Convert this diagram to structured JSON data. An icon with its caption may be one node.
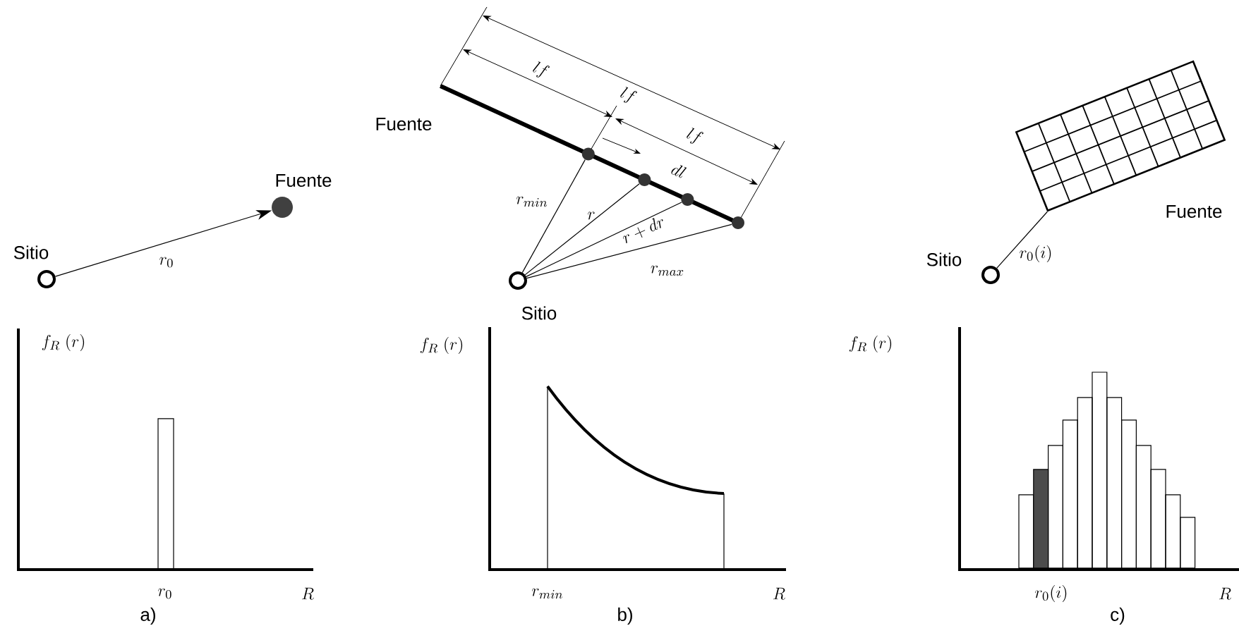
{
  "diagram": {
    "nodes": [
      {
        "text": [],
        "shape": "circle",
        "beside": [
          "Sitio"
        ]
      },
      {
        "text": [],
        "shape": "circle",
        "beside": [
          "Fuente"
        ]
      },
      {
        "text": [],
        "shape": "bar",
        "beside": [
          "Fuente"
        ]
      },
      {
        "text": [],
        "shape": "circle",
        "in": 2
      },
      {
        "text": [],
        "shape": "circle",
        "in": 2
      },
      {
        "text": [],
        "shape": "circle",
        "in": 2
      },
      {
        "text": [],
        "shape": "circle"
      },
      {
        "text": [],
        "shape": "circle",
        "beside": [
          "Sitio"
        ]
      },
      {
        "text": [],
        "shape": "circle",
        "beside": [
          "Sitio"
        ]
      },
      {
        "text": [],
        "shape": "box",
        "beside": [
          "Fuente"
        ]
      }
    ],
    "edges": [
      {
        "from": 0,
        "to": 1,
        "arrow": "to",
        "label": "r_{0}"
      },
      {
        "from": 7,
        "to": 3,
        "arrow": "none",
        "label": "r_{min}"
      },
      {
        "from": 7,
        "to": 4,
        "arrow": "none",
        "label": "r"
      },
      {
        "from": 7,
        "to": 5,
        "arrow": "none",
        "label": "r+dr"
      },
      {
        "from": 7,
        "to": 6,
        "arrow": "none",
        "label": "r_{max}"
      },
      {
        "from": 8,
        "to": 9,
        "arrow": "none",
        "label": "r_{0}(i)"
      }
    ],
    "labels": [
      "lf",
      "lf",
      "lf",
      "dl",
      "f_{R}\\;(r)",
      "r_{0}",
      "R",
      "a)",
      "f_{R}\\;(r)",
      "r_{min}",
      "R",
      "b)",
      "f_{R}\\;(r)",
      "r_{0}(i)",
      "R",
      "c)"
    ]
  }
}
